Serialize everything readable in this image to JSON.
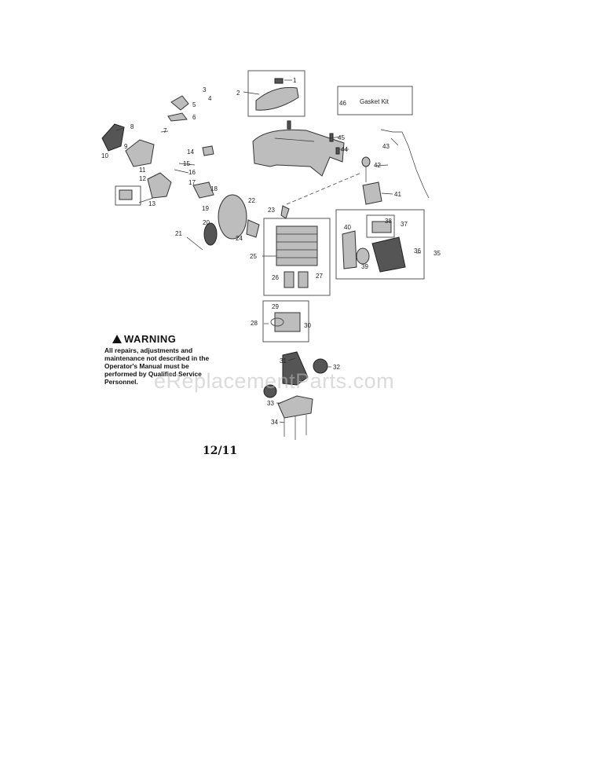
{
  "warning": {
    "title": "WARNING",
    "body": "All repairs, adjustments and maintenance not described in the Operator's Manual must be performed by Qualified Service Personnel."
  },
  "revision": "12/11",
  "watermark": "eReplacementParts.com",
  "gasket_kit_label": "Gasket Kit",
  "callouts": [
    "1",
    "2",
    "3",
    "4",
    "5",
    "6",
    "7",
    "8",
    "9",
    "10",
    "11",
    "12",
    "13",
    "14",
    "15",
    "16",
    "17",
    "18",
    "19",
    "20",
    "21",
    "22",
    "23",
    "24",
    "25",
    "26",
    "27",
    "28",
    "29",
    "30",
    "31",
    "32",
    "33",
    "34",
    "35",
    "36",
    "37",
    "38",
    "39",
    "40",
    "41",
    "42",
    "43",
    "44",
    "45",
    "46"
  ]
}
